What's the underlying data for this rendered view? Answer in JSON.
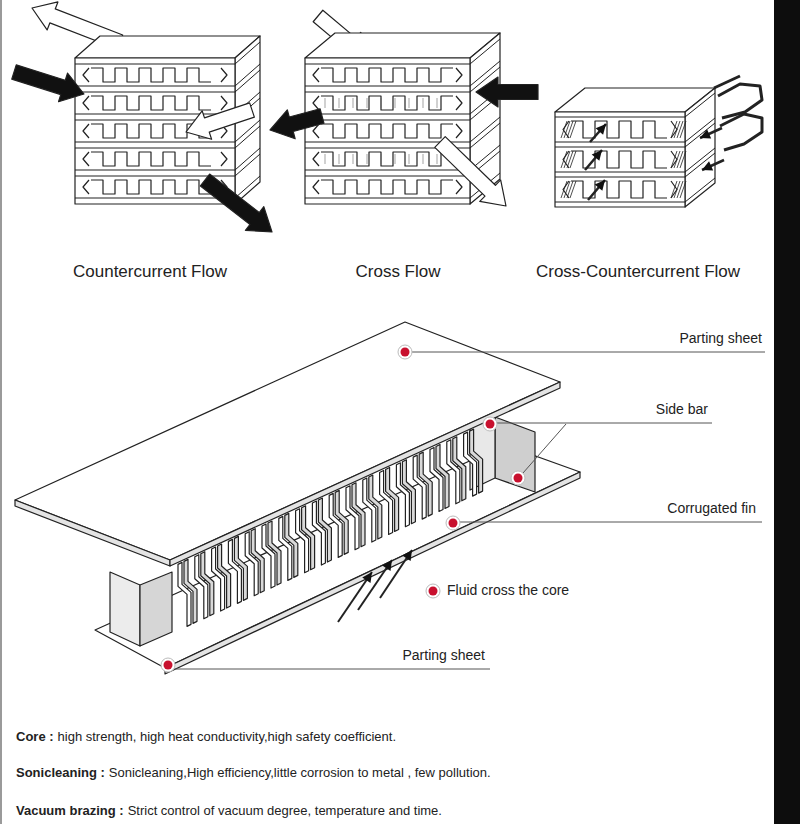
{
  "diagram": {
    "labels": [
      "Countercurrent Flow",
      "Cross Flow",
      "Cross-Countercurrent Flow",
      "Parting sheet",
      "Side bar",
      "Corrugated fin",
      "Fluid cross the core",
      "Parting sheet",
      "Core :",
      "high strength, high heat conductivity,high safety coefficient.",
      "Sonicleaning :",
      "Sonicleaning,High efficiency,little corrosion to metal , few pollution.",
      "Vacuum brazing :",
      "Strict control of vacuum degree, temperature and time."
    ]
  }
}
